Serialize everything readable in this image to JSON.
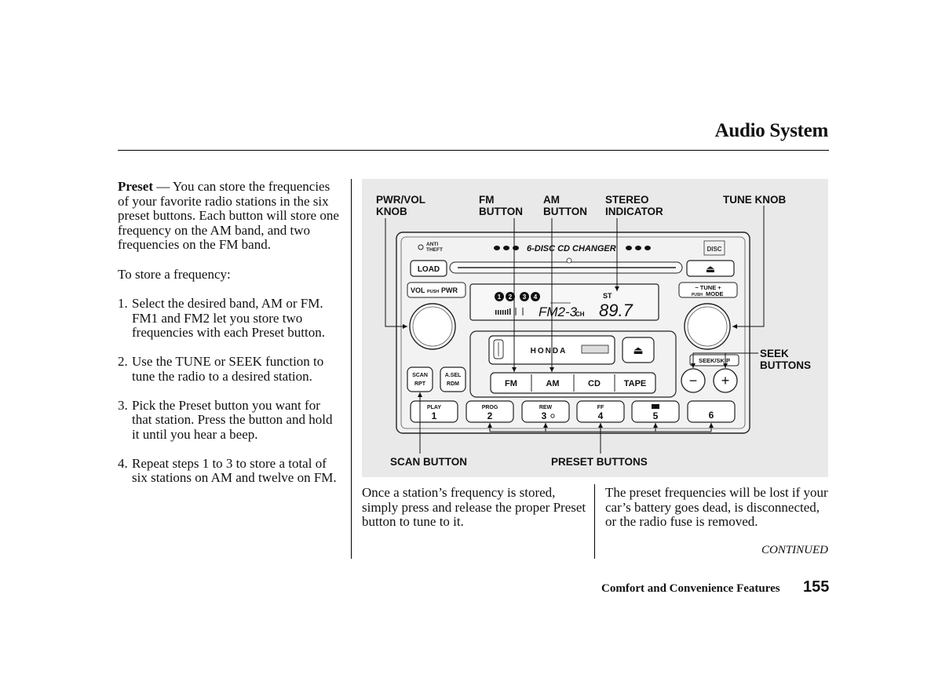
{
  "section_title": "Audio System",
  "left_column": {
    "intro_term": "Preset",
    "intro_dash": "—",
    "intro_text": "You can store the frequencies of your favorite radio stations in the six preset buttons. Each button will store one frequency on the AM band, and two frequencies on the FM band.",
    "lead_in": "To store a frequency:",
    "steps": [
      {
        "num": "1.",
        "text": "Select the desired band, AM or FM. FM1 and FM2 let you store two frequencies with each Preset button."
      },
      {
        "num": "2.",
        "text": "Use the TUNE or SEEK function to tune the radio to a desired station."
      },
      {
        "num": "3.",
        "text": "Pick the Preset button you want for that station. Press the button and hold it until you hear a beep."
      },
      {
        "num": "4.",
        "text": "Repeat steps 1 to 3 to store a total of six stations on AM and twelve on FM."
      }
    ]
  },
  "figure": {
    "callouts": {
      "pwr_vol_knob": [
        "PWR/VOL",
        "KNOB"
      ],
      "fm_button": [
        "FM",
        "BUTTON"
      ],
      "am_button": [
        "AM",
        "BUTTON"
      ],
      "stereo_indicator": [
        "STEREO",
        "INDICATOR"
      ],
      "tune_knob": [
        "TUNE KNOB"
      ],
      "seek_buttons": [
        "SEEK",
        "BUTTONS"
      ],
      "scan_button": [
        "SCAN BUTTON"
      ],
      "preset_buttons": [
        "PRESET BUTTONS"
      ]
    },
    "radio": {
      "anti_theft": [
        "ANTI",
        "THEFT"
      ],
      "changer_label": "6-DISC CD CHANGER",
      "disc_logo": "DISC",
      "load": "LOAD",
      "vol_label": "VOL",
      "push_label": "PUSH",
      "pwr_label": "PWR",
      "tune_label": "− TUNE +",
      "mode_label": "MODE",
      "disc_indicators": [
        "1",
        "2",
        "3",
        "4"
      ],
      "st_indicator": "ST",
      "band_display": "FM2-3",
      "ch_label": "CH",
      "frequency_display": "89.7",
      "brand": "HONDA",
      "scan_rpt": [
        "SCAN",
        "RPT"
      ],
      "asel_rdm": [
        "A.SEL",
        "RDM"
      ],
      "band_buttons": [
        "FM",
        "AM",
        "CD",
        "TAPE"
      ],
      "seek_skip": "SEEK/SKIP",
      "seek_minus": "−",
      "seek_plus": "+",
      "eject": "⏏",
      "presets": [
        {
          "top": "PLAY",
          "num": "1"
        },
        {
          "top": "PROG",
          "num": "2"
        },
        {
          "top": "REW",
          "num": "3"
        },
        {
          "top": "FF",
          "num": "4"
        },
        {
          "top": "",
          "num": "5"
        },
        {
          "top": "",
          "num": "6"
        }
      ]
    }
  },
  "middle_column": {
    "text": "Once a station’s frequency is stored, simply press and release the proper Preset button to tune to it."
  },
  "right_column": {
    "text": "The preset frequencies will be lost if your car’s battery goes dead, is disconnected, or the radio fuse is removed."
  },
  "continued": "CONTINUED",
  "footer": {
    "section": "Comfort and Convenience Features",
    "page_number": "155"
  }
}
